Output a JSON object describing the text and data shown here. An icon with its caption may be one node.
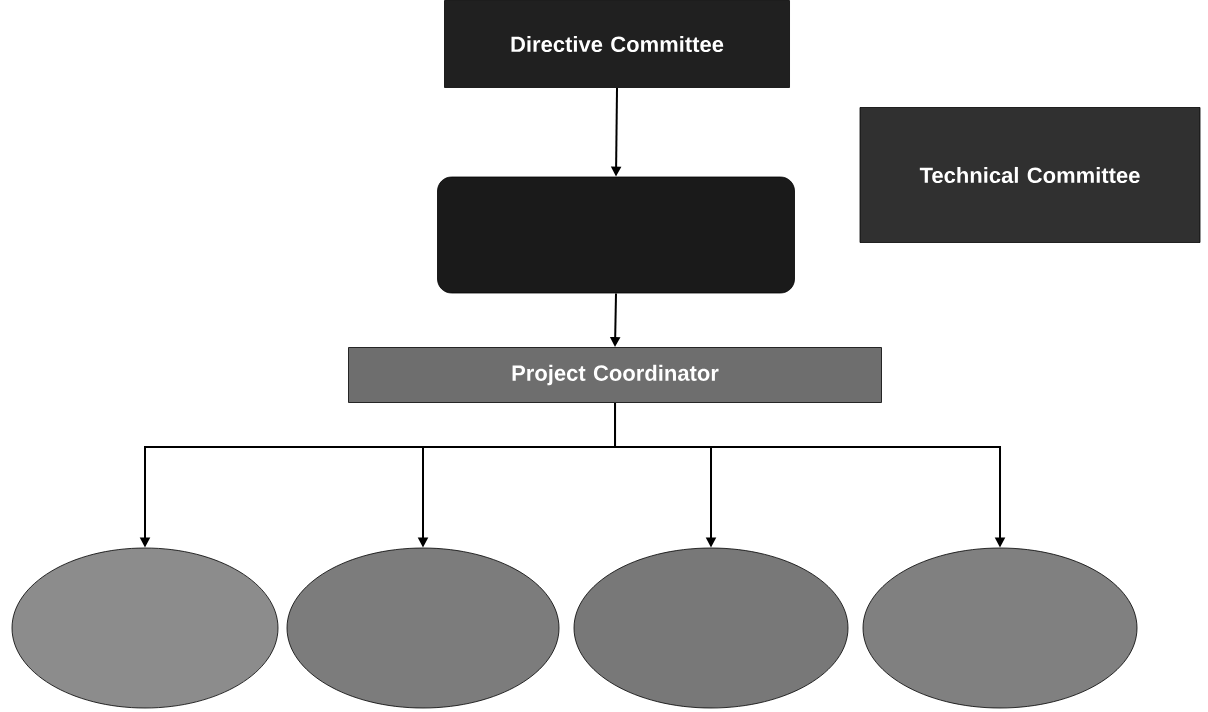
{
  "diagram": {
    "nodes": [
      {
        "text": [
          "Directive Committee"
        ]
      },
      {
        "text": [],
        "shape": "box"
      },
      {
        "text": [
          "Project Coordinator"
        ]
      },
      {
        "text": [
          "Technical Committee"
        ]
      },
      {
        "text": [],
        "shape": "ellipse"
      },
      {
        "text": [],
        "shape": "ellipse"
      },
      {
        "text": [],
        "shape": "ellipse"
      },
      {
        "text": [],
        "shape": "ellipse"
      }
    ],
    "edges": [
      {
        "from": 0,
        "to": 1,
        "arrow": "to"
      },
      {
        "from": 1,
        "to": 2,
        "arrow": "to"
      },
      {
        "from": 2,
        "to": 4,
        "arrow": "to"
      },
      {
        "from": 2,
        "to": 5,
        "arrow": "to"
      },
      {
        "from": 2,
        "to": 6,
        "arrow": "to"
      },
      {
        "from": 2,
        "to": 7,
        "arrow": "to"
      }
    ]
  }
}
